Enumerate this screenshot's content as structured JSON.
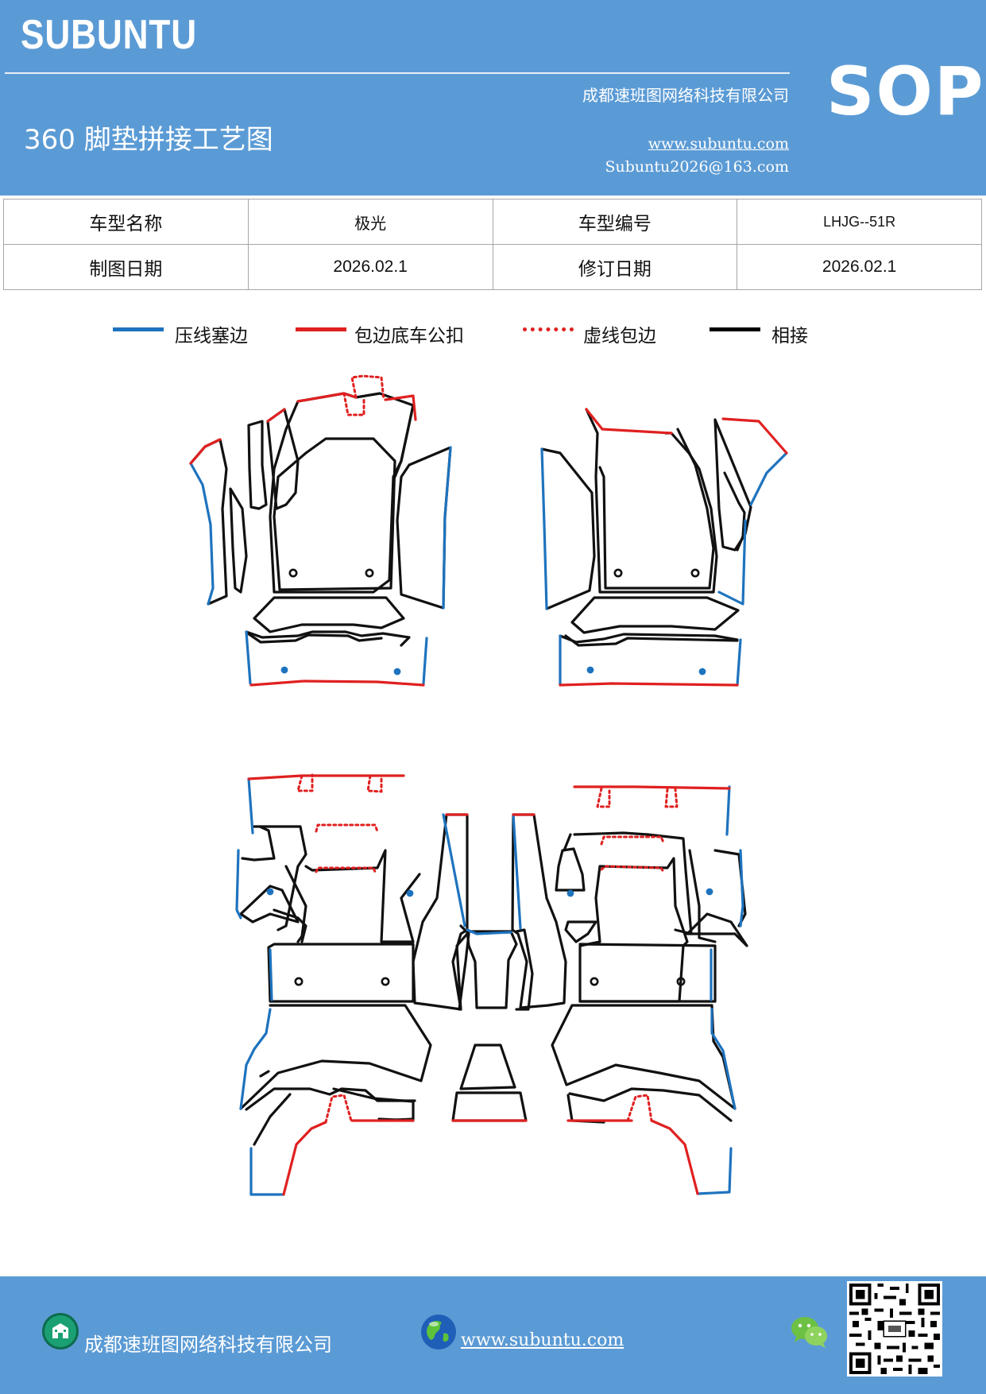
{
  "header": {
    "brand": "SUBUNTU",
    "company": "成都速班图网络科技有限公司",
    "title": "360 脚垫拼接工艺图",
    "website": "www.subuntu.com",
    "email": "Subuntu2026@163.com",
    "sop": "SOP"
  },
  "info": {
    "model_name_label": "车型名称",
    "model_name_value": "极光",
    "model_code_label": "车型编号",
    "model_code_value": "LHJG--51R",
    "draw_date_label": "制图日期",
    "draw_date_value": "2026.02.1",
    "revise_date_label": "修订日期",
    "revise_date_value": "2026.02.1"
  },
  "legend": [
    {
      "label": "压线塞边",
      "color": "#1e73be",
      "style": "solid"
    },
    {
      "label": "包边底车公扣",
      "color": "#e02020",
      "style": "solid"
    },
    {
      "label": "虚线包边",
      "color": "#e02020",
      "style": "dotted"
    },
    {
      "label": "相接",
      "color": "#000000",
      "style": "solid"
    }
  ],
  "colors": {
    "header_bg": "#5b9bd5",
    "blue_line": "#1e73be",
    "red_line": "#e02020",
    "black_line": "#111111"
  },
  "icons": [
    "building-icon",
    "globe-icon",
    "wechat-icon",
    "qr-code"
  ],
  "footer": {
    "company": "成都速班图网络科技有限公司",
    "website": "www.subuntu.com"
  }
}
